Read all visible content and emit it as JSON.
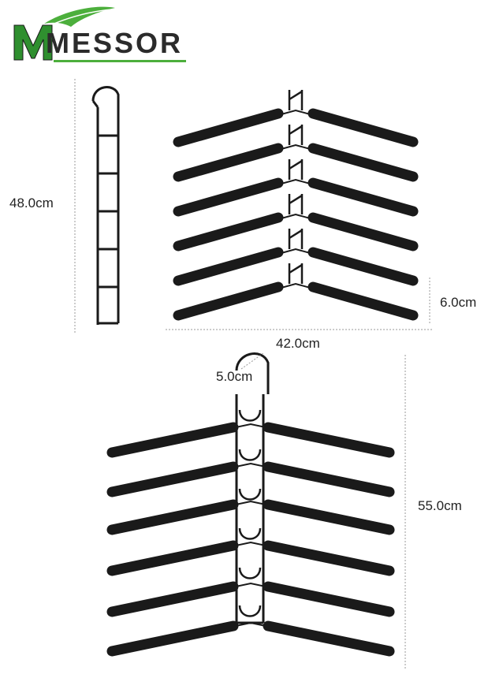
{
  "brand": {
    "name": "MESSOR",
    "colors": {
      "green": "#2f8f2f",
      "leaf": "#4caf3c",
      "dark": "#2b2b2b"
    }
  },
  "dimensions": {
    "rack_height": "48.0cm",
    "hanger_gap": "6.0cm",
    "hanger_width": "42.0cm",
    "hook_size": "5.0cm",
    "total_height": "55.0cm"
  },
  "colors": {
    "hanger": "#1a1a1a",
    "guide_line": "#999999"
  }
}
